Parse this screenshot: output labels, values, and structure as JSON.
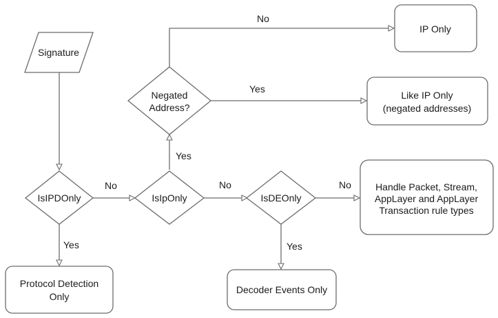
{
  "nodes": {
    "signature": {
      "label": "Signature"
    },
    "isipdonly": {
      "label": "IsIPDOnly"
    },
    "isiponly": {
      "label": "IsIpOnly"
    },
    "isdeonly": {
      "label": "IsDEOnly"
    },
    "negated": {
      "line1": "Negated",
      "line2": "Address?"
    },
    "protocol": {
      "line1": "Protocol Detection",
      "line2": "Only"
    },
    "decoder": {
      "label": "Decoder Events Only"
    },
    "handle": {
      "line1": "Handle Packet, Stream,",
      "line2": "AppLayer and AppLayer",
      "line3": "Transaction rule types"
    },
    "iponly": {
      "label": "IP Only"
    },
    "likeiponly": {
      "line1": "Like IP Only",
      "line2": "(negated addresses)"
    }
  },
  "edges": {
    "ipd_no": "No",
    "ipd_yes": "Yes",
    "ip_no": "No",
    "ip_yes": "Yes",
    "de_no": "No",
    "de_yes": "Yes",
    "neg_no": "No",
    "neg_yes": "Yes"
  }
}
